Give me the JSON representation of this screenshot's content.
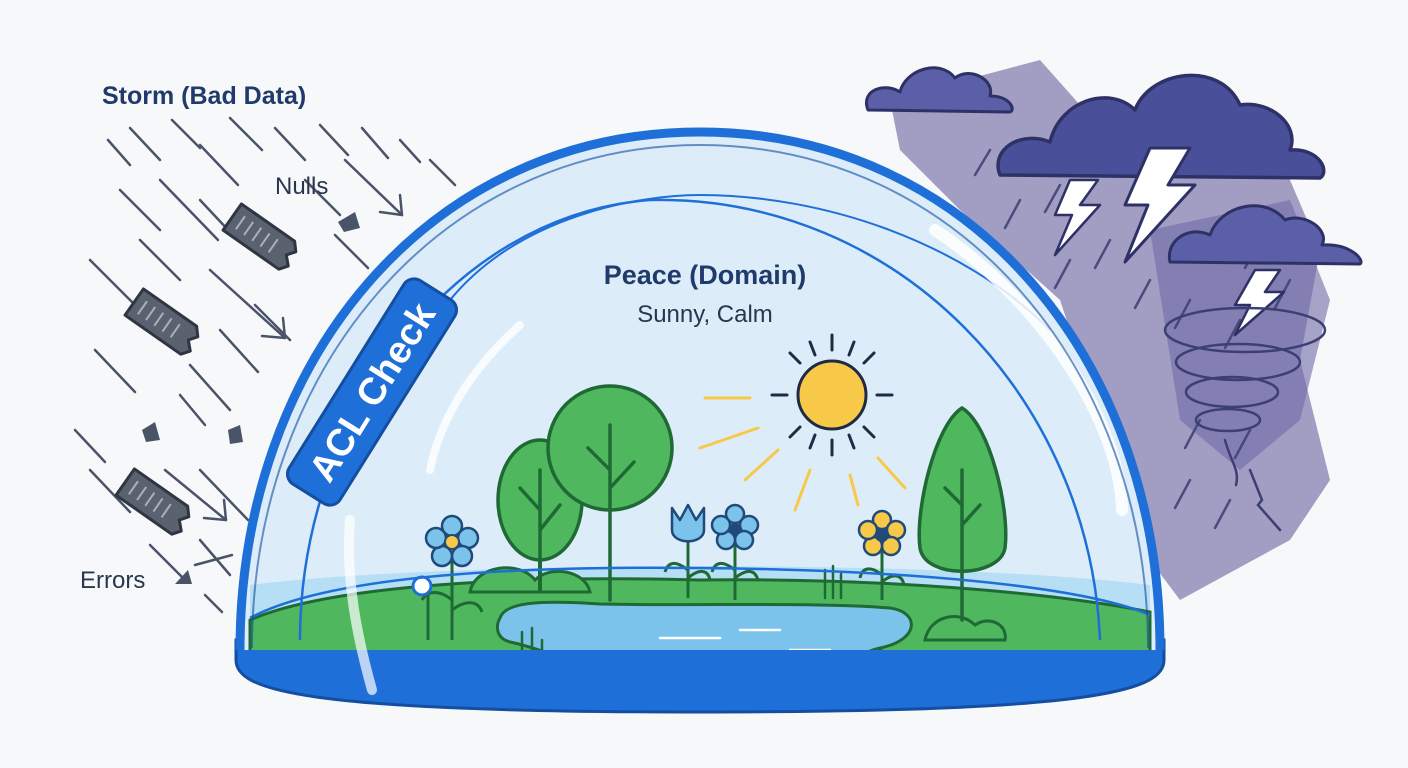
{
  "labels": {
    "storm": "Storm (Bad Data)",
    "nulls": "Nulls",
    "errors": "Errors",
    "peace_title": "Peace (Domain)",
    "peace_subtitle": "Sunny, Calm",
    "acl": "ACL Check"
  },
  "colors": {
    "dome_border": "#1f6fd8",
    "dome_fill": "#dcedf9",
    "grass": "#4fb85f",
    "water": "#7cc3ec",
    "sun": "#f8c948",
    "storm_cloud": "#5b5fa8",
    "storm_haze": "#8b86b5",
    "lightning": "#ffffff",
    "debris": "#5a6270",
    "text_dark": "#1f3a6b"
  },
  "icons": [
    "sun-icon",
    "lightning-icon",
    "cloud-icon",
    "tornado-icon",
    "tree-icon",
    "flower-icon",
    "tulip-icon",
    "broken-data-block-icon"
  ]
}
